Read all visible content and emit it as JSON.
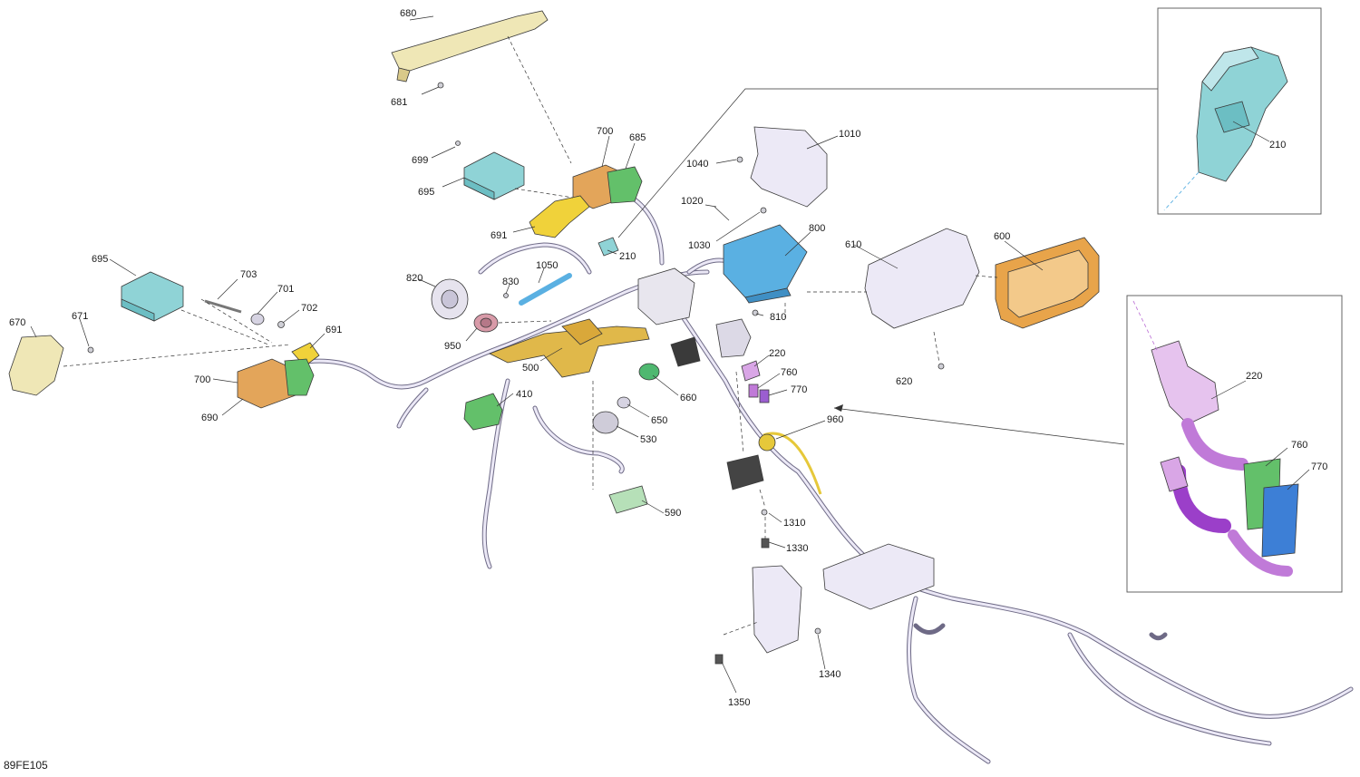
{
  "diagram": {
    "figure_code": "89FE105",
    "colors": {
      "yellow": "#f0d23a",
      "orange": "#e3a55a",
      "teal": "#8fd3d6",
      "blue": "#5ab0e2",
      "green": "#63c06a",
      "lavender": "#e6e0f4",
      "magenta": "#c07ad8",
      "tan": "#d9c98a",
      "gold": "#e0b84a"
    },
    "callouts": [
      "680",
      "681",
      "699",
      "700",
      "685",
      "695",
      "691",
      "210",
      "1040",
      "1010",
      "1020",
      "1030",
      "800",
      "610",
      "600",
      "820",
      "830",
      "1050",
      "695",
      "703",
      "701",
      "702",
      "671",
      "670",
      "691",
      "950",
      "500",
      "810",
      "700",
      "690",
      "410",
      "220",
      "760",
      "770",
      "660",
      "650",
      "530",
      "960",
      "620",
      "590",
      "1310",
      "1330",
      "1340",
      "1350",
      "210",
      "220",
      "760",
      "770"
    ]
  }
}
